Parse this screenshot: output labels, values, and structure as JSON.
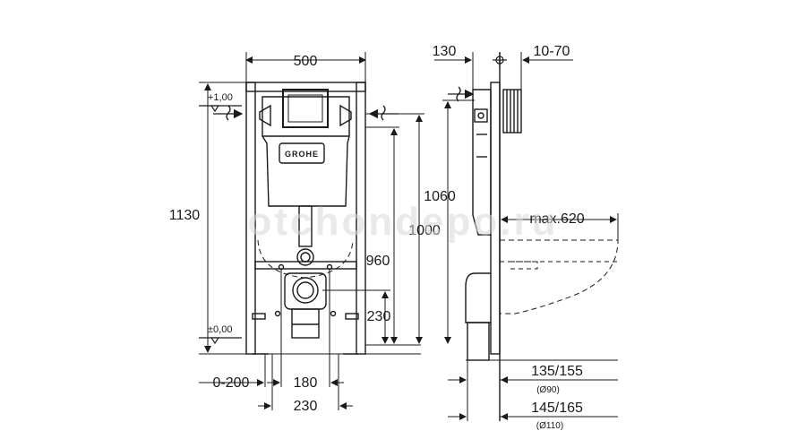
{
  "diagram": {
    "brand": "GROHE",
    "watermark": "otchondepo.ru",
    "dimensions": {
      "frame_width": "500",
      "frame_height": "1130",
      "level_top": "+1,00",
      "level_floor": "±0,00",
      "height_960": "960",
      "height_1000": "1000",
      "height_1060": "1060",
      "height_230": "230",
      "offset_0_200": "0-200",
      "spacing_180": "180",
      "spacing_230": "230",
      "depth_130": "130",
      "wall_10_70": "10-70",
      "bowl_max": "max.620",
      "pipe_135_155": "135/155",
      "pipe_d90": "(Ø90)",
      "pipe_145_165": "145/165",
      "pipe_d110": "(Ø110)"
    }
  }
}
